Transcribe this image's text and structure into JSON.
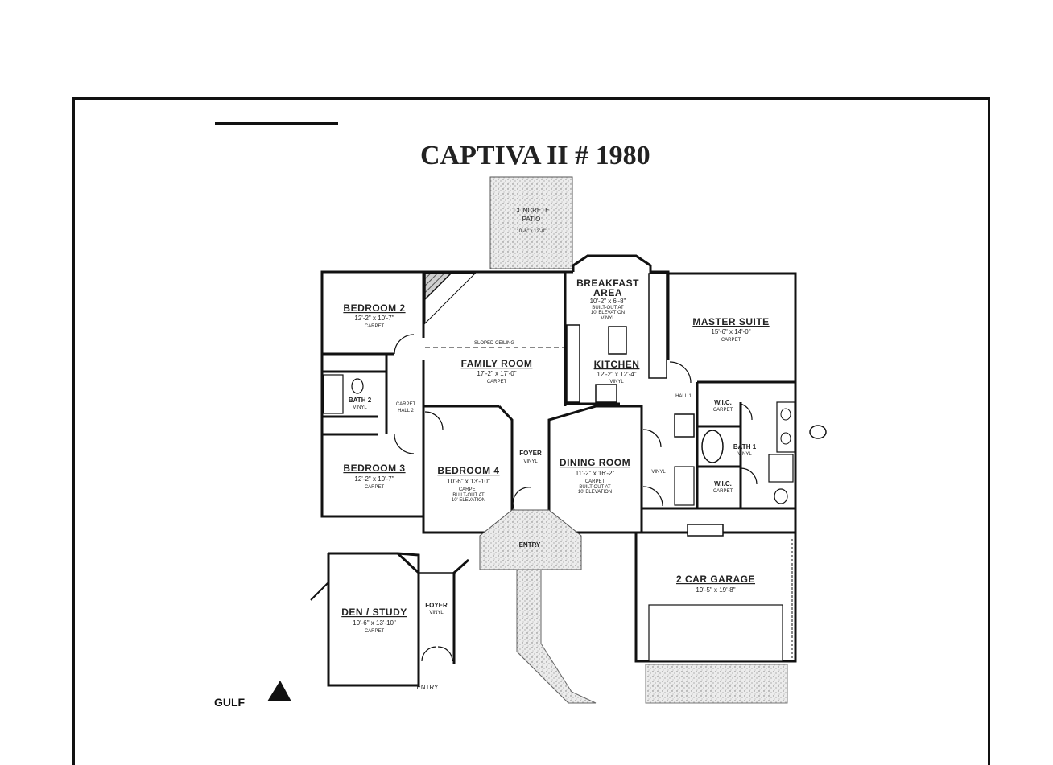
{
  "title": "CAPTIVA II # 1980",
  "logo_text": "GULF",
  "rooms": {
    "patio": {
      "name_line1": "CONCRETE",
      "name_line2": "PATIO",
      "dims": "10'-6\" x 12'-0\""
    },
    "breakfast": {
      "name_line1": "BREAKFAST",
      "name_line2": "AREA",
      "dims": "10'-2\" x 6'-8\"",
      "note1": "BUILT-OUT AT",
      "note2": "10' ELEVATION",
      "floor": "VINYL"
    },
    "bedroom2": {
      "name": "BEDROOM 2",
      "dims": "12'-2\" x 10'-7\"",
      "floor": "CARPET"
    },
    "family": {
      "name": "FAMILY ROOM",
      "dims": "17'-2\" x 17'-0\"",
      "floor": "CARPET",
      "note": "SLOPED CEILING"
    },
    "kitchen": {
      "name": "KITCHEN",
      "dims": "12'-2\" x 12'-4\"",
      "floor": "VINYL"
    },
    "master": {
      "name": "MASTER SUITE",
      "dims": "15'-6\" x 14'-0\"",
      "floor": "CARPET"
    },
    "bath2": {
      "name": "BATH 2",
      "floor": "VINYL"
    },
    "hall2": {
      "name": "HALL 2",
      "floor": "CARPET"
    },
    "hall1": {
      "name": "HALL 1"
    },
    "wic1": {
      "name": "W.I.C.",
      "floor": "CARPET"
    },
    "wic2": {
      "name": "W.I.C.",
      "floor": "CARPET"
    },
    "bath1": {
      "name": "BATH 1",
      "floor": "VINYL"
    },
    "bedroom3": {
      "name": "BEDROOM 3",
      "dims": "12'-2\" x 10'-7\"",
      "floor": "CARPET"
    },
    "bedroom4": {
      "name": "BEDROOM 4",
      "dims": "10'-6\" x 13'-10\"",
      "floor": "CARPET",
      "note1": "BUILT-OUT AT",
      "note2": "10' ELEVATION"
    },
    "foyer": {
      "name": "FOYER",
      "floor": "VINYL"
    },
    "dining": {
      "name": "DINING ROOM",
      "dims": "11'-2\" x 16'-2\"",
      "floor": "CARPET",
      "note1": "BUILT-OUT AT",
      "note2": "10' ELEVATION"
    },
    "laundry": {
      "floor": "VINYL"
    },
    "entry_porch": {
      "name": "ENTRY"
    },
    "garage": {
      "name": "2 CAR GARAGE",
      "dims": "19'-5\" x 19'-8\""
    },
    "den": {
      "name": "DEN / STUDY",
      "dims": "10'-6\" x 13'-10\"",
      "floor": "CARPET"
    },
    "den_foyer": {
      "name": "FOYER",
      "floor": "VINYL"
    },
    "den_entry": {
      "name": "ENTRY"
    }
  },
  "colors": {
    "wall": "#111111",
    "hatch": "#bdbdbd",
    "background": "#ffffff"
  }
}
